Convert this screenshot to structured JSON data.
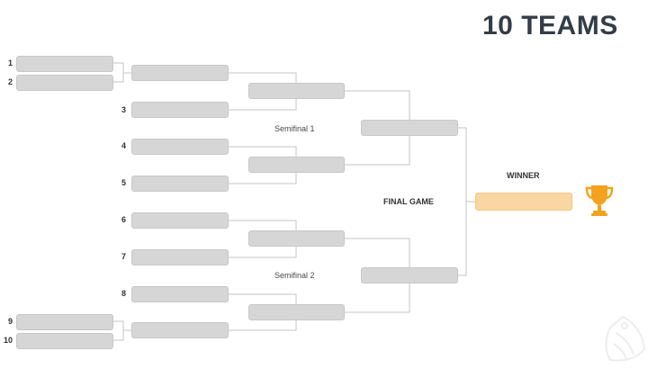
{
  "title": "10 TEAMS",
  "seeds": [
    "1",
    "2",
    "3",
    "4",
    "5",
    "6",
    "7",
    "8",
    "9",
    "10"
  ],
  "labels": {
    "semifinal_1": "Semifinal 1",
    "semifinal_2": "Semifinal 2",
    "final_game": "FINAL GAME",
    "winner": "WINNER"
  },
  "colors": {
    "slot": "#d6d6d6",
    "winner_slot": "#fad7a2",
    "trophy": "#f2a21d",
    "lines": "#c4c4c4",
    "title": "#333d47"
  },
  "icons": {
    "trophy": "trophy-icon",
    "watermark": "watermark-logo"
  }
}
